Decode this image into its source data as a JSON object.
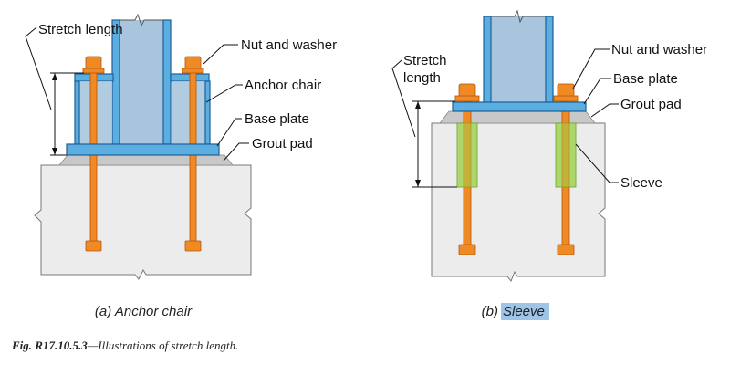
{
  "panel_a": {
    "labels": {
      "stretch_length": "Stretch length",
      "nut_and_washer": "Nut and washer",
      "anchor_chair": "Anchor chair",
      "base_plate": "Base plate",
      "grout_pad": "Grout pad"
    },
    "subcaption": "(a) Anchor chair"
  },
  "panel_b": {
    "labels": {
      "stretch_line1": "Stretch",
      "stretch_line2": "length",
      "nut_and_washer": "Nut and washer",
      "base_plate": "Base plate",
      "grout_pad": "Grout pad",
      "sleeve": "Sleeve"
    },
    "subcaption_prefix": "(b)",
    "subcaption_highlight": "Sleeve"
  },
  "caption": {
    "figure_number": "Fig. R17.10.5.3",
    "text": "—Illustrations of stretch length."
  },
  "colors": {
    "steel": "#5aaee0",
    "anchor_rod": "#f08a24",
    "sleeve": "#9fd24a",
    "concrete": "#ececec",
    "grout": "#c8c8c8",
    "text_highlight": "#9ec4e8"
  }
}
